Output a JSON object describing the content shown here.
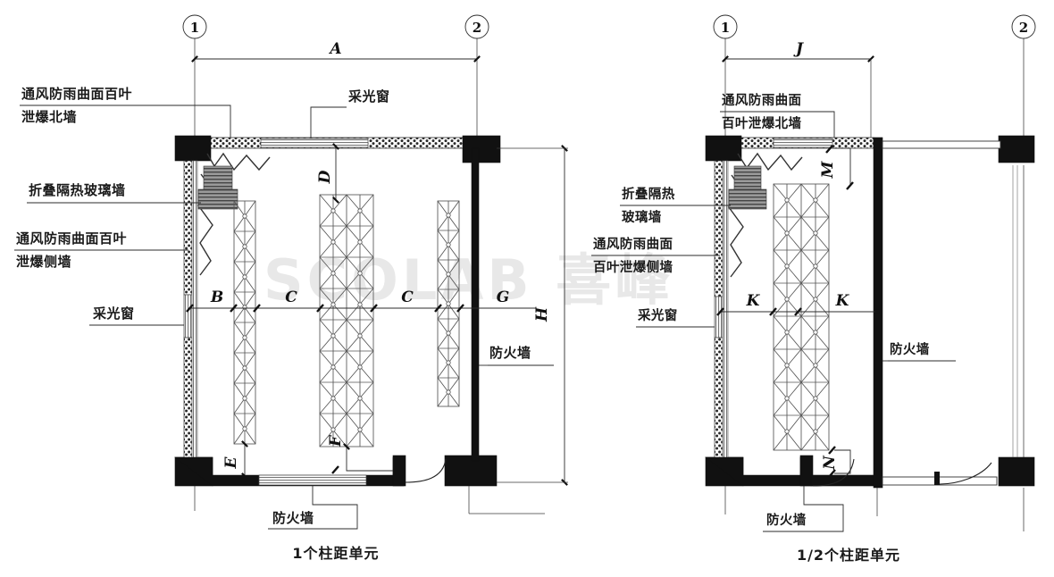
{
  "figure": {
    "watermark": "SCOLAB 喜峰",
    "left_plan": {
      "caption": "1个柱距单元",
      "grid_marks": [
        "1",
        "2"
      ],
      "dimensions": {
        "top": "A",
        "right": "H",
        "interior_horizontal": [
          "B",
          "C",
          "C",
          "G"
        ],
        "vertical_top": "D",
        "vertical_bottom": "F",
        "vertical_left_bottom": "E"
      },
      "labels": {
        "north_wall_line1": "通风防雨曲面百叶",
        "north_wall_line2": "泄爆北墙",
        "daylight_window_top": "采光窗",
        "folding_glass_wall": "折叠隔热玻璃墙",
        "side_wall_line1": "通风防雨曲面百叶",
        "side_wall_line2": "泄爆侧墙",
        "daylight_window_left": "采光窗",
        "firewall_right": "防火墙",
        "firewall_bottom": "防火墙"
      }
    },
    "right_plan": {
      "caption": "1/2个柱距单元",
      "grid_marks": [
        "1",
        "2"
      ],
      "dimensions": {
        "top": "J",
        "interior_horizontal": [
          "K",
          "K"
        ],
        "vertical_top": "M",
        "vertical_bottom": "N"
      },
      "labels": {
        "north_wall_line1": "通风防雨曲面",
        "north_wall_line2": "百叶泄爆北墙",
        "folding_glass_line1": "折叠隔热",
        "folding_glass_line2": "玻璃墙",
        "side_wall_line1": "通风防雨曲面",
        "side_wall_line2": "百叶泄爆侧墙",
        "daylight_window_left": "采光窗",
        "firewall_right": "防火墙",
        "firewall_bottom": "防火墙"
      }
    }
  }
}
